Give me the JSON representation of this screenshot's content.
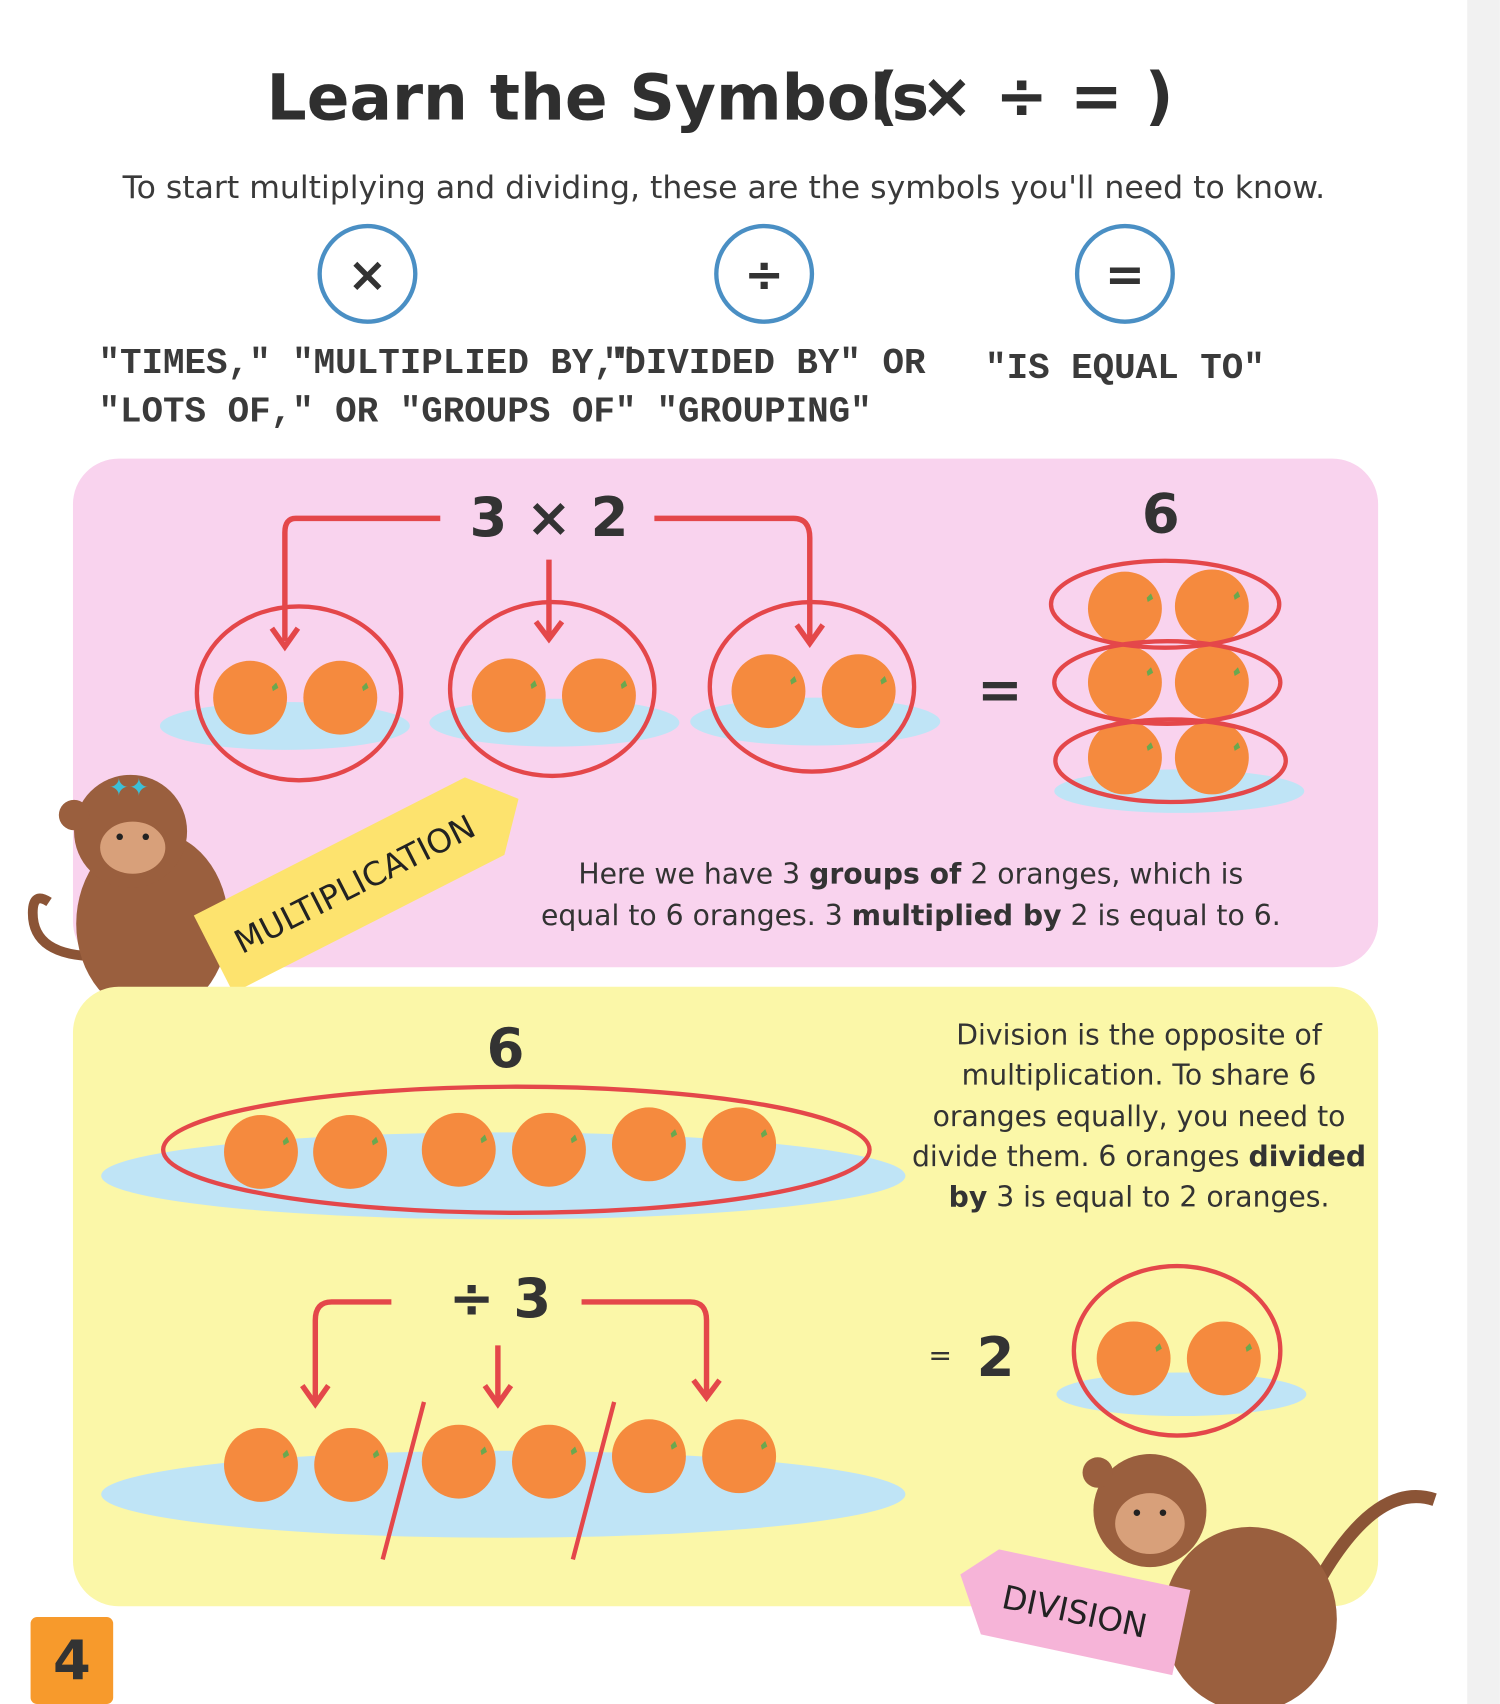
{
  "title": "Learn the Symbols",
  "title_symbols": "( × ÷ = )",
  "subtitle": "To start multiplying and dividing, these are the symbols you'll need to know.",
  "symbols": [
    {
      "symbol": "×",
      "lines": [
        "\"TIMES,\" \"MULTIPLIED BY,\"",
        "\"LOTS OF,\" OR \"GROUPS OF\""
      ]
    },
    {
      "symbol": "÷",
      "lines": [
        "\"DIVIDED BY\" OR",
        "\"GROUPING\""
      ]
    },
    {
      "symbol": "=",
      "lines": [
        "\"IS EQUAL TO\""
      ]
    }
  ],
  "multiplication": {
    "expression": "3 × 2",
    "result": "6",
    "equals": "=",
    "label": "MULTIPLICATION",
    "text": {
      "l1a": "Here we have 3 ",
      "l1b": "groups of",
      "l1c": " 2 oranges, which is",
      "l2a": "equal to 6 oranges. 3 ",
      "l2b": "multiplied by",
      "l2c": " 2 is equal to 6."
    }
  },
  "division": {
    "total": "6",
    "expression": "÷ 3",
    "equals": "=",
    "result": "2",
    "label": "DIVISION",
    "text": {
      "l1": "Division is the opposite of",
      "l2": "multiplication. To share 6",
      "l3": "oranges equally, you need to",
      "l4a": "divide them. 6 oranges ",
      "l4b": "divided",
      "l5a": "by",
      "l5b": " 3 is equal to 2 oranges."
    }
  },
  "page_number": "4",
  "colors": {
    "pink": "#f9d3ee",
    "yellow": "#fbf7a8",
    "red": "#e4474a",
    "orange": "#f58a3e",
    "plate": "#bfe4f6",
    "blue_ring": "#4a8fc4"
  }
}
